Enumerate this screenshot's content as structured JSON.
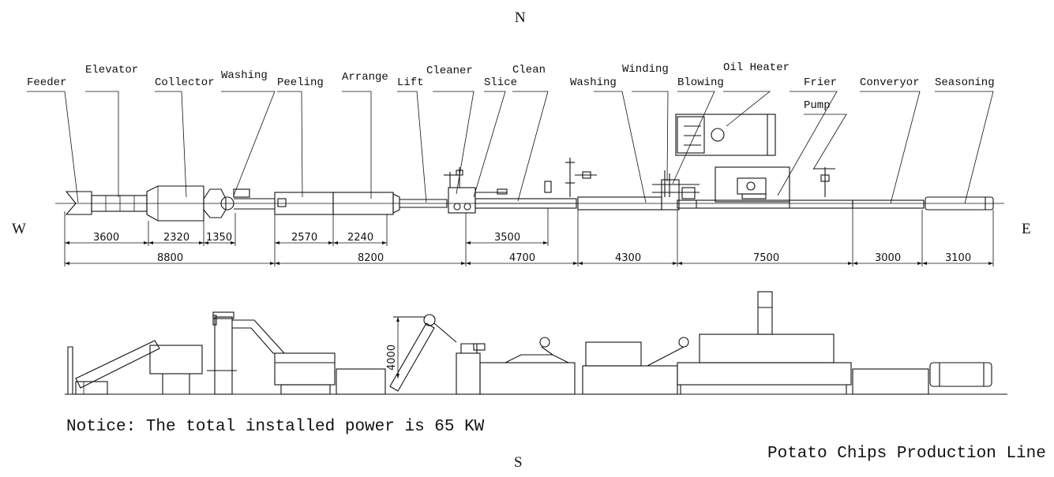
{
  "compass": {
    "north": "N",
    "south": "S",
    "west": "W",
    "east": "E"
  },
  "labels": {
    "feeder": "Feeder",
    "elevator": "Elevator",
    "collector": "Collector",
    "washing1": "Washing",
    "peeling": "Peeling",
    "arrange": "Arrange",
    "lift": "Lift",
    "cleaner": "Cleaner",
    "slice": "Slice",
    "clean": "Clean",
    "washing2": "Washing",
    "winding": "Winding",
    "blowing": "Blowing",
    "oil_heater": "Oil Heater",
    "frier": "Frier",
    "pump": "Pump",
    "conveyor": "Converyor",
    "seasoning": "Seasoning"
  },
  "dimensions": {
    "row1": [
      "3600",
      "2320",
      "1350",
      "2570",
      "2240",
      "3500"
    ],
    "row2": [
      "8800",
      "8200",
      "4700",
      "4300",
      "7500",
      "3000",
      "3100"
    ],
    "height": "4000"
  },
  "notice": "Notice: The total installed power is 65 KW",
  "title": "Potato Chips Production Line"
}
